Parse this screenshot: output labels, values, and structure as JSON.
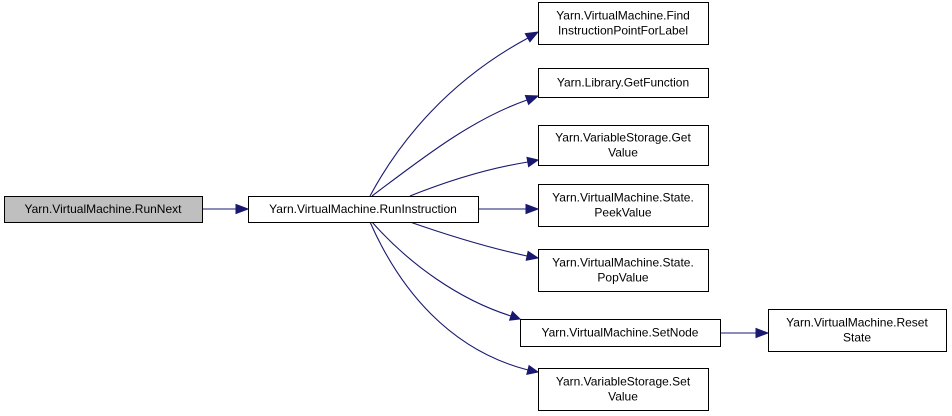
{
  "colors": {
    "edge": "#191970",
    "node_fill": "#ffffff",
    "highlight_fill": "#bfbfbf",
    "border": "#000000"
  },
  "nodes": [
    {
      "id": "run-next",
      "lines": [
        "Yarn.VirtualMachine.RunNext"
      ],
      "highlighted": true
    },
    {
      "id": "run-instruction",
      "lines": [
        "Yarn.VirtualMachine.RunInstruction"
      ],
      "highlighted": false
    },
    {
      "id": "find-instruction-point",
      "lines": [
        "Yarn.VirtualMachine.Find",
        "InstructionPointForLabel"
      ],
      "highlighted": false
    },
    {
      "id": "get-function",
      "lines": [
        "Yarn.Library.GetFunction"
      ],
      "highlighted": false
    },
    {
      "id": "variable-storage-get-value",
      "lines": [
        "Yarn.VariableStorage.Get",
        "Value"
      ],
      "highlighted": false
    },
    {
      "id": "state-peek-value",
      "lines": [
        "Yarn.VirtualMachine.State.",
        "PeekValue"
      ],
      "highlighted": false
    },
    {
      "id": "state-pop-value",
      "lines": [
        "Yarn.VirtualMachine.State.",
        "PopValue"
      ],
      "highlighted": false
    },
    {
      "id": "set-node",
      "lines": [
        "Yarn.VirtualMachine.SetNode"
      ],
      "highlighted": false
    },
    {
      "id": "reset-state",
      "lines": [
        "Yarn.VirtualMachine.Reset",
        "State"
      ],
      "highlighted": false
    },
    {
      "id": "variable-storage-set-value",
      "lines": [
        "Yarn.VariableStorage.Set",
        "Value"
      ],
      "highlighted": false
    }
  ],
  "edges": [
    {
      "from": "run-next",
      "to": "run-instruction"
    },
    {
      "from": "run-instruction",
      "to": "find-instruction-point"
    },
    {
      "from": "run-instruction",
      "to": "get-function"
    },
    {
      "from": "run-instruction",
      "to": "variable-storage-get-value"
    },
    {
      "from": "run-instruction",
      "to": "state-peek-value"
    },
    {
      "from": "run-instruction",
      "to": "state-pop-value"
    },
    {
      "from": "run-instruction",
      "to": "set-node"
    },
    {
      "from": "run-instruction",
      "to": "variable-storage-set-value"
    },
    {
      "from": "set-node",
      "to": "reset-state"
    }
  ]
}
